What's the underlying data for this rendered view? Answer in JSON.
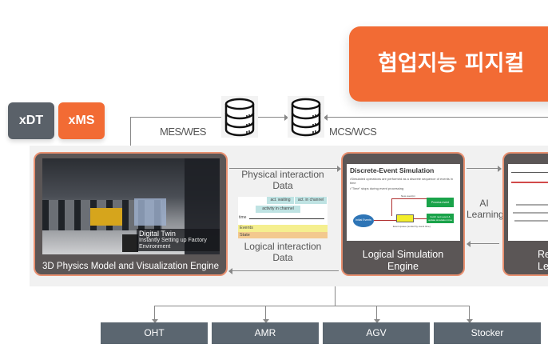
{
  "title": "협업지능 피지컬",
  "tags": {
    "xdt": "xDT",
    "xms": "xMS"
  },
  "databases": {
    "left_label": "MES/WES",
    "right_label": "MCS/WCS"
  },
  "panels": {
    "physics": {
      "caption": "3D Physics Model and Visualization Engine",
      "overlay_title": "Digital Twin",
      "overlay_sub": "Instantly Setting up Factory Environment"
    },
    "logical": {
      "caption_1": "Logical Simulation",
      "caption_2": "Engine",
      "slide_title": "Discrete-Event Simulation",
      "bullet_1": "•Simulated operations are performed as a discrete sequence of events in time",
      "bullet_2": "•\"Time\" stops during event processing",
      "box_initial": "Initial Events",
      "box_process": "Process event",
      "box_fetch": "Fetch next event & update simulation time",
      "queue_label": "Event queue (sorted by event time)",
      "new_events": "New event(s)"
    },
    "rl": {
      "caption_1": "Rei",
      "caption_2": "Lea"
    }
  },
  "flows": {
    "physical_1": "Physical interaction",
    "physical_2": "Data",
    "logical_1": "Logical interaction",
    "logical_2": "Data",
    "ai_1": "AI",
    "ai_2": "Learning"
  },
  "timeline": {
    "time": "time",
    "events": "Events",
    "state": "State",
    "act1": "activity in channel",
    "act2": "act. waiting",
    "act3": "act. in channel"
  },
  "devices": [
    "OHT",
    "AMR",
    "AGV",
    "Stocker"
  ],
  "colors": {
    "orange": "#f26b34",
    "dark": "#5b5656",
    "device": "#5b6670"
  }
}
